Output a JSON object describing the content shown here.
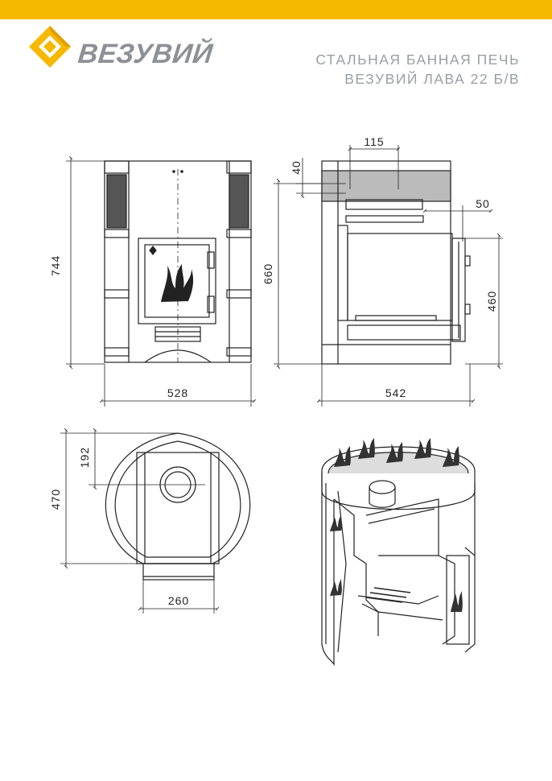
{
  "header": {
    "bar_color": "#f7b800",
    "brand": "ВЕЗУВИЙ",
    "title_line1": "СТАЛЬНАЯ БАННАЯ ПЕЧЬ",
    "title_line2": "ВЕЗУВИЙ ЛАВА 22 Б/В"
  },
  "dimensions": {
    "front_height": "744",
    "front_width": "528",
    "side_body_height": "660",
    "side_depth": "542",
    "side_top_width": "115",
    "side_top_offset": "40",
    "side_door_offset": "50",
    "side_door_height": "460",
    "plan_depth": "470",
    "plan_flue_offset": "192",
    "plan_width": "260"
  },
  "icons": {
    "logo": "vesuvius-logo-icon",
    "flame": "flame-pattern-icon"
  }
}
